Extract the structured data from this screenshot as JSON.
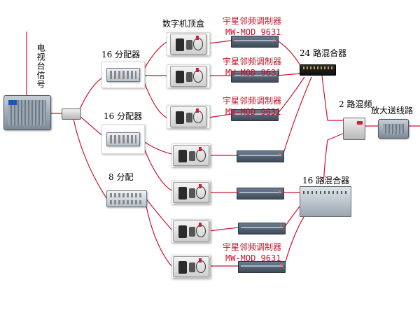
{
  "labels": {
    "tv_signal": "电视台信号",
    "splitter16_a": "16 分配器",
    "splitter16_b": "16 分配器",
    "splitter8": "8 分配",
    "stb_header": "数字机顶盒",
    "combiner24": "24 路混合器",
    "combiner16": "16 路混合器",
    "mix2": "2 路混频",
    "amp_line": "放大送线路"
  },
  "modulators": [
    {
      "brand": "宇星邻频调制器",
      "model": "MW-MOD 9631"
    },
    {
      "brand": "宇星邻频调制器",
      "model": "MW-MOD 9631"
    },
    {
      "brand": "宇星邻频调制器",
      "model": "MW-MOD 9631"
    },
    {
      "brand": "宇星邻频调制器",
      "model": "MW-MOD 9631"
    }
  ],
  "icons": {
    "receiver": "tv-receiver-icon",
    "splitter": "splitter-icon",
    "set_top_box": "set-top-box-icon",
    "modulator": "modulator-icon",
    "combiner": "combiner-icon",
    "amplifier": "amplifier-icon"
  },
  "colors": {
    "wire": "#d1142c",
    "label_red": "#c0142a"
  }
}
